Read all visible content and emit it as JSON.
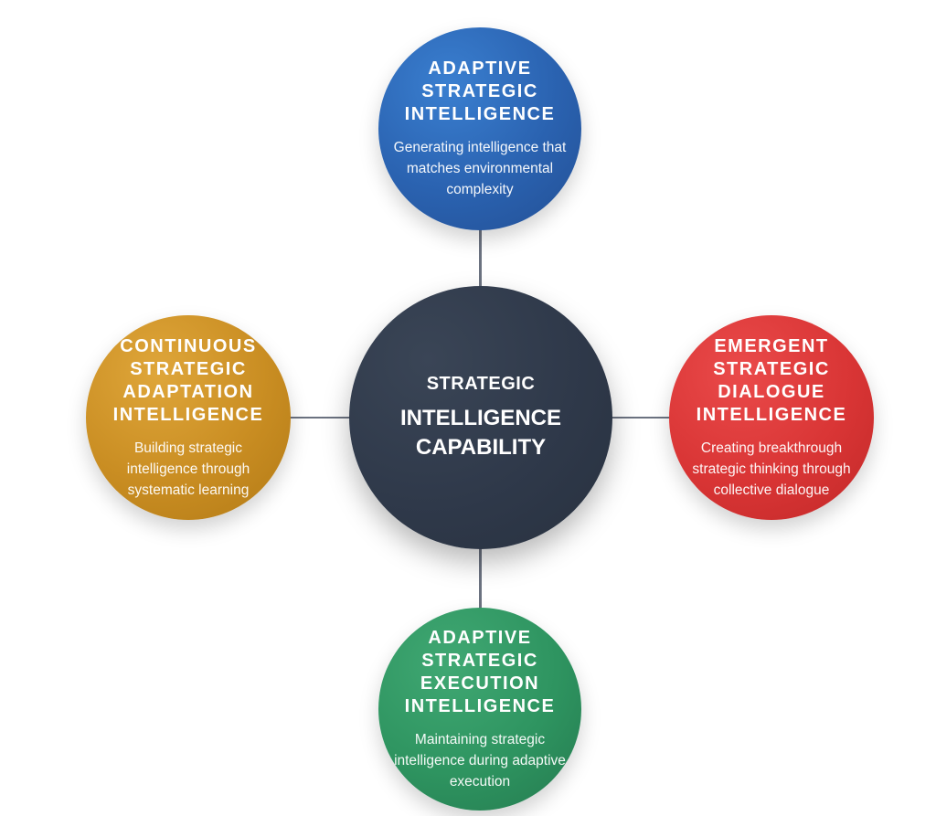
{
  "center": {
    "line1": "STRATEGIC",
    "line2": "INTELLIGENCE",
    "line3": "CAPABILITY"
  },
  "nodes": {
    "top": {
      "title": "ADAPTIVE\nSTRATEGIC\nINTELLIGENCE",
      "description": "Generating intelligence that\nmatches environmental\ncomplexity",
      "color": "#2a62b0"
    },
    "left": {
      "title": "CONTINUOUS\nSTRATEGIC\nADAPTATION\nINTELLIGENCE",
      "description": "Building strategic\nintelligence through\nsystematic learning",
      "color": "#c98d22"
    },
    "right": {
      "title": "EMERGENT\nSTRATEGIC\nDIALOGUE\nINTELLIGENCE",
      "description": "Creating breakthrough\nstrategic thinking through\ncollective dialogue",
      "color": "#d93535"
    },
    "bottom": {
      "title": "ADAPTIVE\nSTRATEGIC\nEXECUTION\nINTELLIGENCE",
      "description": "Maintaining strategic\nintelligence during adaptive\nexecution",
      "color": "#2e9460"
    }
  },
  "colors": {
    "center": "#2f394a",
    "connector": "#6b7280"
  }
}
